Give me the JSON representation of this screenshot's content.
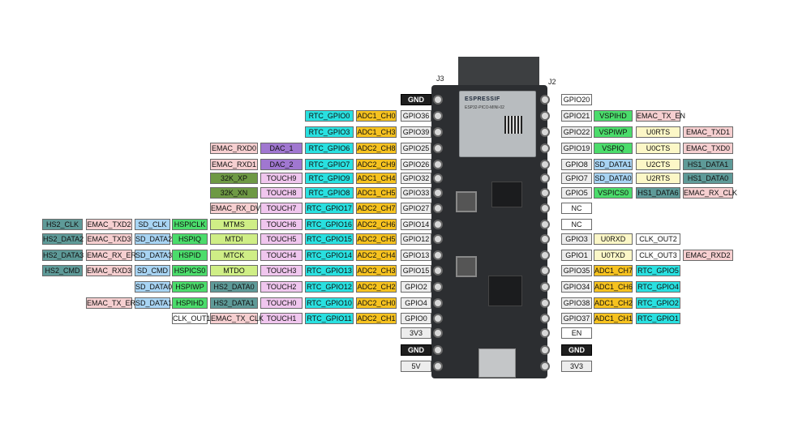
{
  "colors": {
    "black": "#1e1e1e",
    "cyan": "#29e0e0",
    "orange": "#f6c21f",
    "pink": "#f6cfd0",
    "purple": "#a077d0",
    "green": "#6e9944",
    "lightviolet": "#f0c6ee",
    "lime": "#cfee86",
    "vgreen": "#4bdc6b",
    "lightblue": "#a8d4f3",
    "teal": "#5e9a98",
    "yellow": "#fcf7c7",
    "white": "#ffffff",
    "lightgray": "#ededed",
    "headerlabel": "#222222"
  },
  "headers": {
    "j3": "J3",
    "j2": "J2"
  },
  "board": {
    "module_logo": "ESPRESSIF",
    "module_model": "ESP32-PICO-MINI-02"
  },
  "left_rows": [
    [
      {
        "t": "GND",
        "c": "black"
      }
    ],
    [
      {
        "t": "GPIO36",
        "c": "lightgray"
      },
      {
        "t": "ADC1_CH0",
        "c": "orange"
      },
      {
        "t": "RTC_GPIO0",
        "c": "cyan"
      }
    ],
    [
      {
        "t": "GPIO39",
        "c": "lightgray"
      },
      {
        "t": "ADC1_CH3",
        "c": "orange"
      },
      {
        "t": "RTC_GPIO3",
        "c": "cyan"
      }
    ],
    [
      {
        "t": "GPIO25",
        "c": "lightgray"
      },
      {
        "t": "ADC2_CH8",
        "c": "orange"
      },
      {
        "t": "RTC_GPIO6",
        "c": "cyan"
      },
      {
        "t": "DAC_1",
        "c": "purple"
      },
      {
        "t": "EMAC_RXD0",
        "c": "pink"
      }
    ],
    [
      {
        "t": "GPIO26",
        "c": "lightgray"
      },
      {
        "t": "ADC2_CH9",
        "c": "orange"
      },
      {
        "t": "RTC_GPIO7",
        "c": "cyan"
      },
      {
        "t": "DAC_2",
        "c": "purple"
      },
      {
        "t": "EMAC_RXD1",
        "c": "pink"
      }
    ],
    [
      {
        "t": "GPIO32",
        "c": "lightgray"
      },
      {
        "t": "ADC1_CH4",
        "c": "orange"
      },
      {
        "t": "RTC_GPIO9",
        "c": "cyan"
      },
      {
        "t": "TOUCH9",
        "c": "lightviolet"
      },
      {
        "t": "32K_XP",
        "c": "green"
      }
    ],
    [
      {
        "t": "GPIO33",
        "c": "lightgray"
      },
      {
        "t": "ADC1_CH5",
        "c": "orange"
      },
      {
        "t": "RTC_GPIO8",
        "c": "cyan"
      },
      {
        "t": "TOUCH8",
        "c": "lightviolet"
      },
      {
        "t": "32K_XN",
        "c": "green"
      }
    ],
    [
      {
        "t": "GPIO27",
        "c": "lightgray"
      },
      {
        "t": "ADC2_CH7",
        "c": "orange"
      },
      {
        "t": "RTC_GPIO17",
        "c": "cyan"
      },
      {
        "t": "TOUCH7",
        "c": "lightviolet"
      },
      {
        "t": "EMAC_RX_DV",
        "c": "pink"
      }
    ],
    [
      {
        "t": "GPIO14",
        "c": "lightgray"
      },
      {
        "t": "ADC2_CH6",
        "c": "orange"
      },
      {
        "t": "RTC_GPIO16",
        "c": "cyan"
      },
      {
        "t": "TOUCH6",
        "c": "lightviolet"
      },
      {
        "t": "MTMS",
        "c": "lime"
      },
      {
        "t": "HSPICLK",
        "c": "vgreen"
      },
      {
        "t": "SD_CLK",
        "c": "lightblue"
      },
      {
        "t": "EMAC_TXD2",
        "c": "pink"
      },
      {
        "t": "HS2_CLK",
        "c": "teal"
      }
    ],
    [
      {
        "t": "GPIO12",
        "c": "lightgray"
      },
      {
        "t": "ADC2_CH5",
        "c": "orange"
      },
      {
        "t": "RTC_GPIO15",
        "c": "cyan"
      },
      {
        "t": "TOUCH5",
        "c": "lightviolet"
      },
      {
        "t": "MTDI",
        "c": "lime"
      },
      {
        "t": "HSPIQ",
        "c": "vgreen"
      },
      {
        "t": "SD_DATA2",
        "c": "lightblue"
      },
      {
        "t": "EMAC_TXD3",
        "c": "pink"
      },
      {
        "t": "HS2_DATA2",
        "c": "teal"
      }
    ],
    [
      {
        "t": "GPIO13",
        "c": "lightgray"
      },
      {
        "t": "ADC2_CH4",
        "c": "orange"
      },
      {
        "t": "RTC_GPIO14",
        "c": "cyan"
      },
      {
        "t": "TOUCH4",
        "c": "lightviolet"
      },
      {
        "t": "MTCK",
        "c": "lime"
      },
      {
        "t": "HSPID",
        "c": "vgreen"
      },
      {
        "t": "SD_DATA3",
        "c": "lightblue"
      },
      {
        "t": "EMAC_RX_ER",
        "c": "pink"
      },
      {
        "t": "HS2_DATA3",
        "c": "teal"
      }
    ],
    [
      {
        "t": "GPIO15",
        "c": "lightgray"
      },
      {
        "t": "ADC2_CH3",
        "c": "orange"
      },
      {
        "t": "RTC_GPIO13",
        "c": "cyan"
      },
      {
        "t": "TOUCH3",
        "c": "lightviolet"
      },
      {
        "t": "MTDO",
        "c": "lime"
      },
      {
        "t": "HSPICS0",
        "c": "vgreen"
      },
      {
        "t": "SD_CMD",
        "c": "lightblue"
      },
      {
        "t": "EMAC_RXD3",
        "c": "pink"
      },
      {
        "t": "HS2_CMD",
        "c": "teal"
      }
    ],
    [
      {
        "t": "GPIO2",
        "c": "lightgray"
      },
      {
        "t": "ADC2_CH2",
        "c": "orange"
      },
      {
        "t": "RTC_GPIO12",
        "c": "cyan"
      },
      {
        "t": "TOUCH2",
        "c": "lightviolet"
      },
      {
        "t": "HS2_DATA0",
        "c": "teal"
      },
      {
        "t": "HSPIWP",
        "c": "vgreen"
      },
      {
        "t": "SD_DATA0",
        "c": "lightblue"
      }
    ],
    [
      {
        "t": "GPIO4",
        "c": "lightgray"
      },
      {
        "t": "ADC2_CH0",
        "c": "orange"
      },
      {
        "t": "RTC_GPIO10",
        "c": "cyan"
      },
      {
        "t": "TOUCH0",
        "c": "lightviolet"
      },
      {
        "t": "HS2_DATA1",
        "c": "teal"
      },
      {
        "t": "HSPIHD",
        "c": "vgreen"
      },
      {
        "t": "SD_DATA1",
        "c": "lightblue"
      },
      {
        "t": "EMAC_TX_ER",
        "c": "pink"
      }
    ],
    [
      {
        "t": "GPIO0",
        "c": "lightgray"
      },
      {
        "t": "ADC2_CH1",
        "c": "orange"
      },
      {
        "t": "RTC_GPIO11",
        "c": "cyan"
      },
      {
        "t": "TOUCH1",
        "c": "lightviolet"
      },
      {
        "t": "EMAC_TX_CLK",
        "c": "pink"
      },
      {
        "t": "CLK_OUT1",
        "c": "white"
      }
    ],
    [
      {
        "t": "3V3",
        "c": "lightgray"
      }
    ],
    [
      {
        "t": "GND",
        "c": "black"
      }
    ],
    [
      {
        "t": "5V",
        "c": "lightgray"
      }
    ]
  ],
  "right_rows": [
    [
      {
        "t": "GPIO20",
        "c": "white"
      }
    ],
    [
      {
        "t": "GPIO21",
        "c": "lightgray"
      },
      {
        "t": "VSPIHD",
        "c": "vgreen"
      },
      {
        "t": "EMAC_TX_EN",
        "c": "pink"
      }
    ],
    [
      {
        "t": "GPIO22",
        "c": "lightgray"
      },
      {
        "t": "VSPIWP",
        "c": "vgreen"
      },
      {
        "t": "U0RTS",
        "c": "yellow"
      },
      {
        "t": "EMAC_TXD1",
        "c": "pink"
      }
    ],
    [
      {
        "t": "GPIO19",
        "c": "lightgray"
      },
      {
        "t": "VSPIQ",
        "c": "vgreen"
      },
      {
        "t": "U0CTS",
        "c": "yellow"
      },
      {
        "t": "EMAC_TXD0",
        "c": "pink"
      }
    ],
    [
      {
        "t": "GPIO8",
        "c": "lightgray"
      },
      {
        "t": "SD_DATA1",
        "c": "lightblue"
      },
      {
        "t": "U2CTS",
        "c": "yellow"
      },
      {
        "t": "HS1_DATA1",
        "c": "teal"
      }
    ],
    [
      {
        "t": "GPIO7",
        "c": "lightgray"
      },
      {
        "t": "SD_DATA0",
        "c": "lightblue"
      },
      {
        "t": "U2RTS",
        "c": "yellow"
      },
      {
        "t": "HS1_DATA0",
        "c": "teal"
      }
    ],
    [
      {
        "t": "GPIO5",
        "c": "lightgray"
      },
      {
        "t": "VSPICS0",
        "c": "vgreen"
      },
      {
        "t": "HS1_DATA6",
        "c": "teal"
      },
      {
        "t": "EMAC_RX_CLK",
        "c": "pink"
      }
    ],
    [
      {
        "t": "NC",
        "c": "white"
      }
    ],
    [
      {
        "t": "NC",
        "c": "white"
      }
    ],
    [
      {
        "t": "GPIO3",
        "c": "lightgray"
      },
      {
        "t": "U0RXD",
        "c": "yellow"
      },
      {
        "t": "CLK_OUT2",
        "c": "white"
      }
    ],
    [
      {
        "t": "GPIO1",
        "c": "lightgray"
      },
      {
        "t": "U0TXD",
        "c": "yellow"
      },
      {
        "t": "CLK_OUT3",
        "c": "white"
      },
      {
        "t": "EMAC_RXD2",
        "c": "pink"
      }
    ],
    [
      {
        "t": "GPIO35",
        "c": "lightgray"
      },
      {
        "t": "ADC1_CH7",
        "c": "orange"
      },
      {
        "t": "RTC_GPIO5",
        "c": "cyan"
      }
    ],
    [
      {
        "t": "GPIO34",
        "c": "lightgray"
      },
      {
        "t": "ADC1_CH6",
        "c": "orange"
      },
      {
        "t": "RTC_GPIO4",
        "c": "cyan"
      }
    ],
    [
      {
        "t": "GPIO38",
        "c": "lightgray"
      },
      {
        "t": "ADC1_CH2",
        "c": "orange"
      },
      {
        "t": "RTC_GPIO2",
        "c": "cyan"
      }
    ],
    [
      {
        "t": "GPIO37",
        "c": "lightgray"
      },
      {
        "t": "ADC1_CH1",
        "c": "orange"
      },
      {
        "t": "RTC_GPIO1",
        "c": "cyan"
      }
    ],
    [
      {
        "t": "EN",
        "c": "white"
      }
    ],
    [
      {
        "t": "GND",
        "c": "black"
      }
    ],
    [
      {
        "t": "3V3",
        "c": "lightgray"
      }
    ]
  ]
}
